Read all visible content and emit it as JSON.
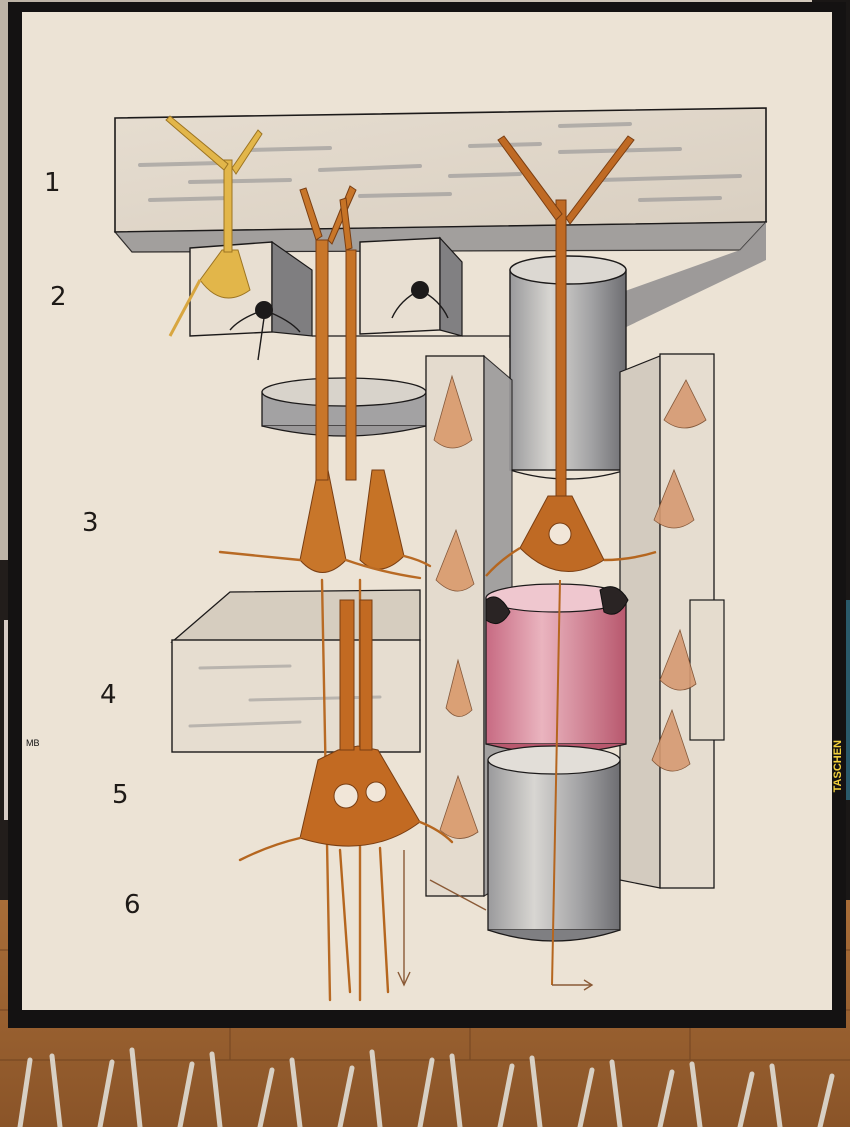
{
  "poster": {
    "layer_labels": [
      "1",
      "2",
      "3",
      "4",
      "5",
      "6"
    ]
  },
  "background_books": {
    "spine_text": "TASCHEN",
    "left_book_text": "MB"
  },
  "colors": {
    "paper": "#eadfcf",
    "frame": "#141212",
    "wall": "#c9bfb2",
    "floor": "#9c6534",
    "neuron_orange": "#c8762a",
    "neuron_yellow": "#e2b64a",
    "neuron_dark": "#1c1a1a",
    "glia_pink": "#d98ea0",
    "gray_wash": "#8a8a8c"
  }
}
